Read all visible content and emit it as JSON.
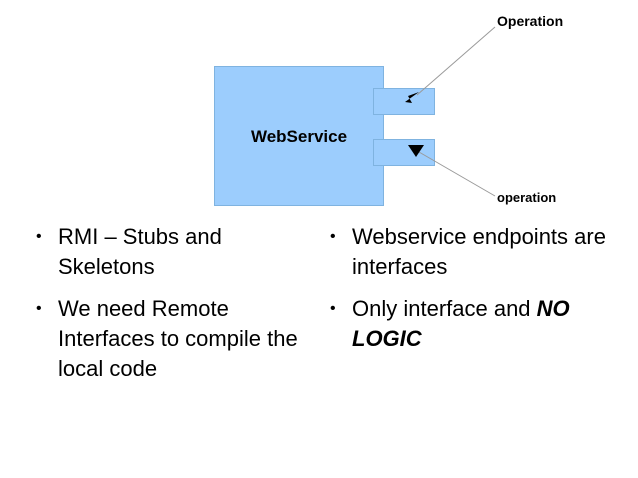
{
  "slide": {
    "background_color": "#ffffff",
    "text_color": "#000000"
  },
  "diagram": {
    "component_name": "WebService",
    "component_fill": "#9CCDFD",
    "component_border": "#7FB3E0",
    "port_fill": "#9CCDFD",
    "port_border": "#7FB3E0",
    "leader_line_color": "#909090",
    "arrow_color": "#000000",
    "callouts": [
      {
        "label": "Operation",
        "position": "top-right"
      },
      {
        "label": "operation",
        "position": "bottom-right"
      }
    ]
  },
  "columns": {
    "left": {
      "bullets": [
        {
          "text": "RMI – Stubs and Skeletons"
        },
        {
          "text": "We need Remote Interfaces to compile the local code"
        }
      ]
    },
    "right": {
      "bullets": [
        {
          "text": "Webservice endpoints are interfaces"
        },
        {
          "text": "Only interface and ",
          "emphasis": "NO LOGIC"
        }
      ]
    }
  }
}
